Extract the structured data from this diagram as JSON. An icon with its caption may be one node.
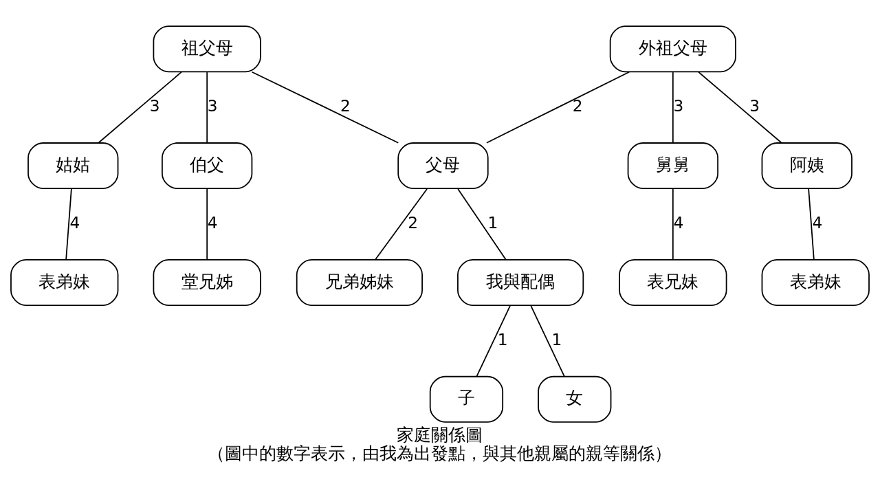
{
  "diagram": {
    "title": "家庭關係圖",
    "caption": "（圖中的數字表示，由我為出發點，與其他親屬的親等關係）",
    "nodes": [
      {
        "text": [
          "祖父母"
        ]
      },
      {
        "text": [
          "外祖父母"
        ]
      },
      {
        "text": [
          "姑姑"
        ]
      },
      {
        "text": [
          "伯父"
        ]
      },
      {
        "text": [
          "父母"
        ]
      },
      {
        "text": [
          "舅舅"
        ]
      },
      {
        "text": [
          "阿姨"
        ]
      },
      {
        "text": [
          "表弟妹"
        ]
      },
      {
        "text": [
          "堂兄姊"
        ]
      },
      {
        "text": [
          "兄弟姊妹"
        ]
      },
      {
        "text": [
          "我與配偶"
        ]
      },
      {
        "text": [
          "表兄妹"
        ]
      },
      {
        "text": [
          "表弟妹"
        ]
      },
      {
        "text": [
          "子"
        ]
      },
      {
        "text": [
          "女"
        ]
      }
    ],
    "edges": [
      {
        "from": 0,
        "to": 2,
        "arrow": "none",
        "label": "3"
      },
      {
        "from": 0,
        "to": 3,
        "arrow": "none",
        "label": "3"
      },
      {
        "from": 0,
        "to": 4,
        "arrow": "none",
        "label": "2"
      },
      {
        "from": 1,
        "to": 4,
        "arrow": "none",
        "label": "2"
      },
      {
        "from": 1,
        "to": 5,
        "arrow": "none",
        "label": "3"
      },
      {
        "from": 1,
        "to": 6,
        "arrow": "none",
        "label": "3"
      },
      {
        "from": 2,
        "to": 7,
        "arrow": "none",
        "label": "4"
      },
      {
        "from": 3,
        "to": 8,
        "arrow": "none",
        "label": "4"
      },
      {
        "from": 4,
        "to": 9,
        "arrow": "none",
        "label": "2"
      },
      {
        "from": 4,
        "to": 10,
        "arrow": "none",
        "label": "1"
      },
      {
        "from": 5,
        "to": 11,
        "arrow": "none",
        "label": "4"
      },
      {
        "from": 6,
        "to": 12,
        "arrow": "none",
        "label": "4"
      },
      {
        "from": 10,
        "to": 13,
        "arrow": "none",
        "label": "1"
      },
      {
        "from": 10,
        "to": 14,
        "arrow": "none",
        "label": "1"
      }
    ]
  }
}
